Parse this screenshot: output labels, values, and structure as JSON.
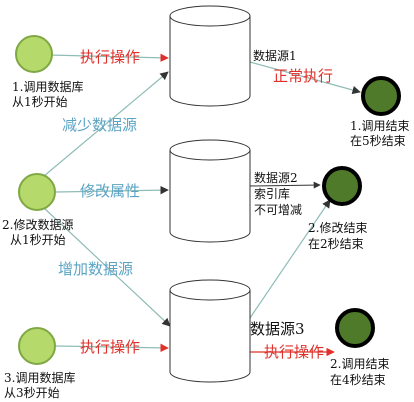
{
  "start_nodes": [
    {
      "line1": "1.调用数据库",
      "line2": "从1秒开始"
    },
    {
      "line1": "2.修改数据源",
      "line2": "从1秒开始"
    },
    {
      "line1": "3.调用数据库",
      "line2": "从3秒开始"
    }
  ],
  "end_nodes": [
    {
      "line1": "1.调用结束",
      "line2": "在5秒结束"
    },
    {
      "line1": "2.修改结束",
      "line2": "在2秒结束"
    },
    {
      "line1": "2.调用结束",
      "line2": "在4秒结束"
    }
  ],
  "data_sources": [
    {
      "label": "数据源1"
    },
    {
      "label_line1": "数据源2",
      "label_line2": "索引库",
      "label_line3": "不可增减"
    },
    {
      "label": "数据源3"
    }
  ],
  "edge_labels": {
    "execute_1": "执行操作",
    "normal_execute": "正常执行",
    "reduce_source": "减少数据源",
    "modify_attr": "修改属性",
    "add_source": "增加数据源",
    "execute_3": "执行操作",
    "execute_3b": "执行操作"
  },
  "colors": {
    "start_fill": "#b5d96a",
    "start_stroke": "#7fa845",
    "end_fill": "#4e7a2a",
    "end_stroke": "#000000",
    "action_text": "#e0302a",
    "modify_text": "#5ba4c4",
    "arrow_teal": "#8fbcb6",
    "arrow_red": "#e0302a"
  }
}
